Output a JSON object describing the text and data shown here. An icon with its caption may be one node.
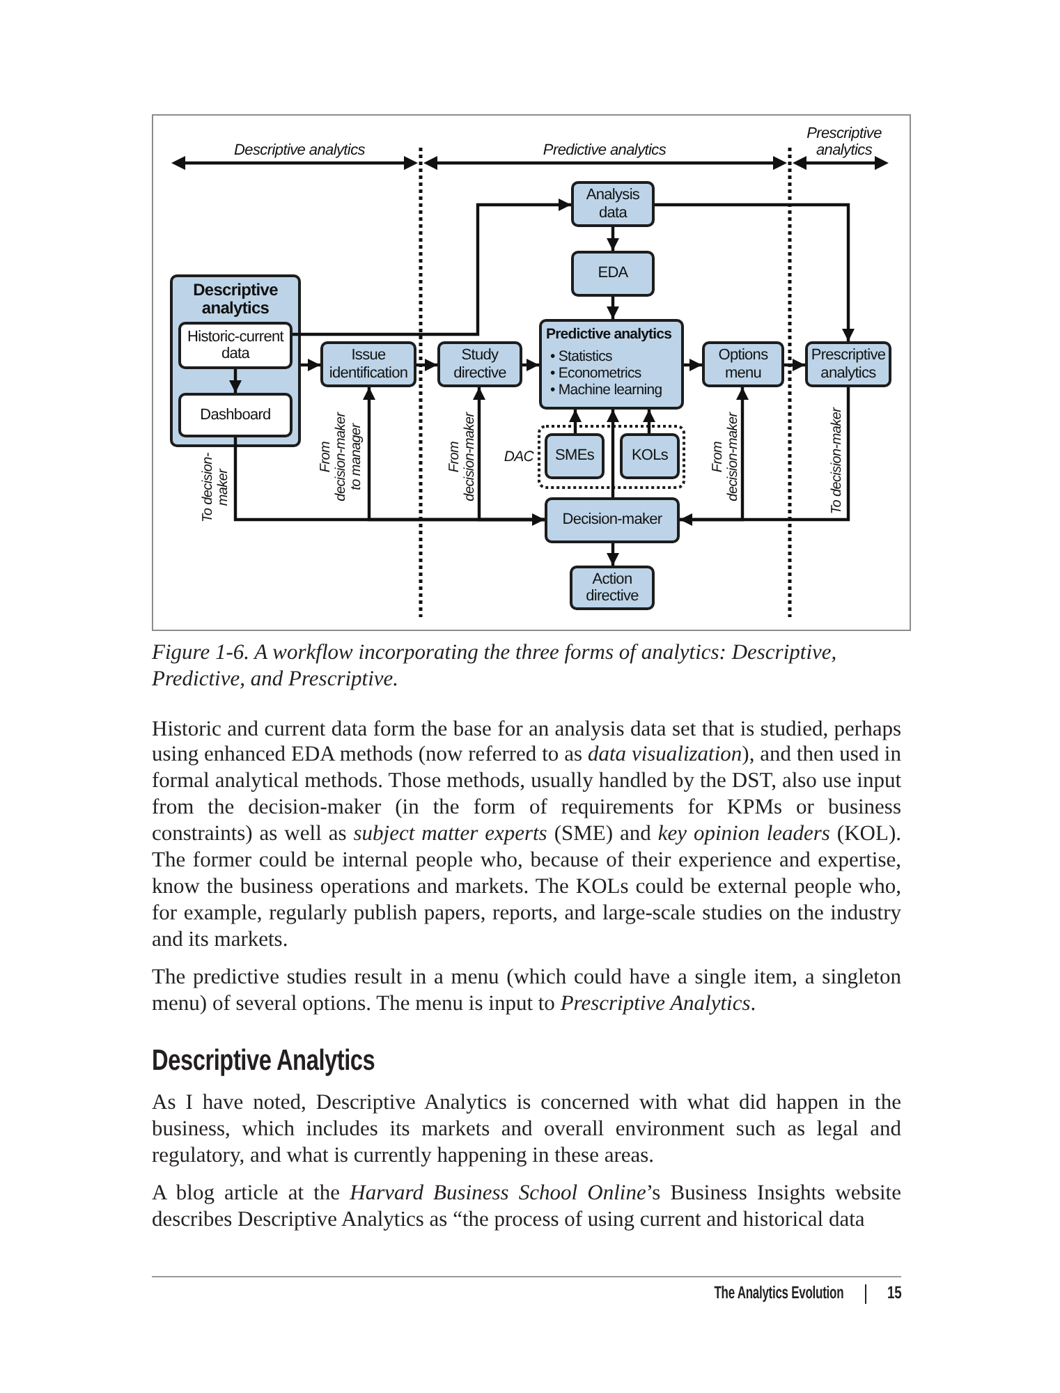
{
  "diagram": {
    "caption": "Figure 1-6. A workflow incorporating the three forms of analytics: Descriptive, Predictive, and Prescriptive.",
    "nodes": [
      {
        "text": [
          "Descriptive analytics"
        ]
      },
      {
        "text": [
          "Historic-current data"
        ],
        "in": 0
      },
      {
        "text": [
          "Dashboard"
        ],
        "in": 0
      },
      {
        "text": [
          "Issue identification"
        ]
      },
      {
        "text": [
          "Study directive"
        ]
      },
      {
        "text": [
          "Analysis data"
        ]
      },
      {
        "text": [
          "EDA"
        ]
      },
      {
        "text": [
          "Predictive analytics",
          "• Statistics",
          "• Econometrics",
          "• Machine learning"
        ]
      },
      {
        "text": [
          "Options menu"
        ]
      },
      {
        "text": [
          "Prescriptive analytics"
        ]
      },
      {
        "text": [
          "DAC"
        ]
      },
      {
        "text": [
          "SMEs"
        ],
        "in": 10
      },
      {
        "text": [
          "KOLs"
        ],
        "in": 10
      },
      {
        "text": [
          "Decision-maker"
        ]
      },
      {
        "text": [
          "Action directive"
        ]
      }
    ],
    "edges": [
      {
        "from": 1,
        "to": 5,
        "arrow": "to"
      },
      {
        "from": 0,
        "to": 3,
        "arrow": "to"
      },
      {
        "from": 1,
        "to": 2,
        "arrow": "to"
      },
      {
        "from": 3,
        "to": 4,
        "arrow": "to"
      },
      {
        "from": 4,
        "to": 7,
        "arrow": "to"
      },
      {
        "from": 5,
        "to": 6,
        "arrow": "to"
      },
      {
        "from": 6,
        "to": 7,
        "arrow": "to"
      },
      {
        "from": 5,
        "to": 9,
        "arrow": "to"
      },
      {
        "from": 7,
        "to": 8,
        "arrow": "to"
      },
      {
        "from": 8,
        "to": 9,
        "arrow": "to"
      },
      {
        "from": 11,
        "to": 7,
        "arrow": "to"
      },
      {
        "from": 12,
        "to": 7,
        "arrow": "to"
      },
      {
        "from": 13,
        "to": 7,
        "arrow": "to"
      },
      {
        "from": 13,
        "to": 14,
        "arrow": "to"
      },
      {
        "from": 2,
        "to": 13,
        "arrow": "to",
        "label": "To decision-maker"
      },
      {
        "from": 13,
        "to": 3,
        "arrow": "to",
        "label": "From decision-maker to manager"
      },
      {
        "from": 13,
        "to": 4,
        "arrow": "to",
        "label": "From decision-maker"
      },
      {
        "from": 9,
        "to": 13,
        "arrow": "to",
        "label": "To decision-maker"
      },
      {
        "from": 13,
        "to": 8,
        "arrow": "to",
        "label": "From decision-maker"
      }
    ],
    "labels": [
      "Descriptive analytics",
      "Predictive analytics",
      "Prescriptive analytics",
      "Historic and current data form the base for an analysis data set that is studied, perhaps using enhanced EDA methods (now referred to as *data visualization*), and then used in formal analytical methods. Those methods, usually handled by the DST, also use input from the decision-maker (in the form of requirements for KPMs or business constraints) as well as *subject matter experts* (SME) and *key opinion leaders* (KOL). The former could be internal people who, because of their experience and expertise, know the business operations and markets. The KOLs could be external people who, for example, regularly publish papers, reports, and large-scale studies on the industry and its markets.",
      "The predictive studies result in a menu (which could have a single item, a singleton menu) of several options. The menu is input to *Prescriptive Analytics*.",
      "Descriptive Analytics",
      "As I have noted, Descriptive Analytics is concerned with what did happen in the business, which includes its markets and overall environment such as legal and regulatory, and what is currently happening in these areas.",
      "A blog article at the *Harvard Business School Online*’s Business Insights website describes Descriptive Analytics as “the process of using current and historical data",
      "The Analytics Evolution",
      "15"
    ]
  }
}
